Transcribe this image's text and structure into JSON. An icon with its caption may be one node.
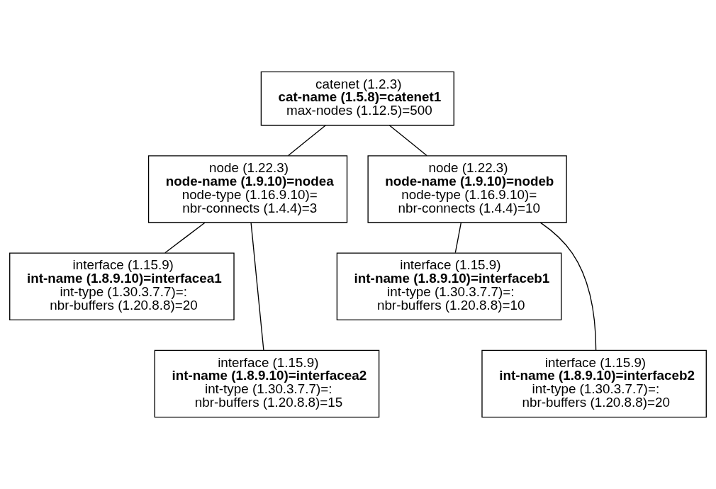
{
  "diagram": {
    "nodes": [
      {
        "text": [
          "catenet (1.2.3)",
          "cat-name (1.5.8)=catenet1",
          "max-nodes (1.12.5)=500"
        ]
      },
      {
        "text": [
          "node (1.22.3)",
          "node-name (1.9.10)=nodea",
          "node-type (1.16.9.10)=",
          "nbr-connects (1.4.4)=3"
        ]
      },
      {
        "text": [
          "node (1.22.3)",
          "node-name (1.9.10)=nodeb",
          "node-type (1.16.9.10)=",
          "nbr-connects (1.4.4)=10"
        ]
      },
      {
        "text": [
          "interface (1.15.9)",
          "int-name (1.8.9.10)=interfacea1",
          "int-type (1.30.3.7.7)=:",
          "nbr-buffers (1.20.8.8)=20"
        ]
      },
      {
        "text": [
          "interface (1.15.9)",
          "int-name (1.8.9.10)=interfacea2",
          "int-type (1.30.3.7.7)=:",
          "nbr-buffers (1.20.8.8)=15"
        ]
      },
      {
        "text": [
          "interface (1.15.9)",
          "int-name (1.8.9.10)=interfaceb1",
          "int-type (1.30.3.7.7)=:",
          "nbr-buffers (1.20.8.8)=10"
        ]
      },
      {
        "text": [
          "interface (1.15.9)",
          "int-name (1.8.9.10)=interfaceb2",
          "int-type (1.30.3.7.7)=:",
          "nbr-buffers (1.20.8.8)=20"
        ]
      }
    ],
    "edges": [
      {
        "from": 0,
        "to": 1,
        "arrow": "none"
      },
      {
        "from": 0,
        "to": 2,
        "arrow": "none"
      },
      {
        "from": 1,
        "to": 3,
        "arrow": "none"
      },
      {
        "from": 1,
        "to": 4,
        "arrow": "none"
      },
      {
        "from": 2,
        "to": 5,
        "arrow": "none"
      },
      {
        "from": 2,
        "to": 6,
        "arrow": "none"
      }
    ]
  }
}
